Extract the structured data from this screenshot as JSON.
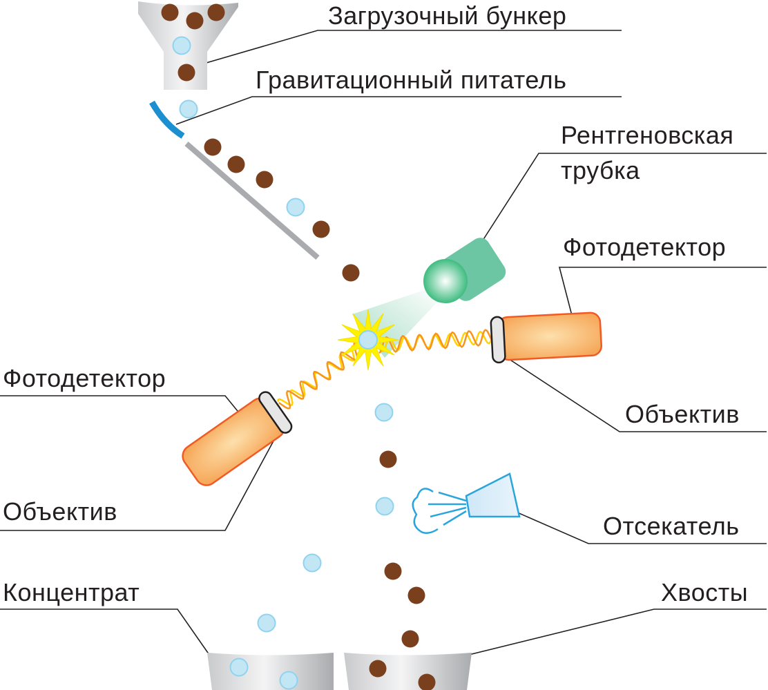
{
  "labels": {
    "hopper": "Загрузочный бункер",
    "feeder": "Гравитационный питатель",
    "xray_tube_line1": "Рентгеновская",
    "xray_tube_line2": "трубка",
    "photodetector_right": "Фотодетектор",
    "photodetector_left": "Фотодетектор",
    "objective_right": "Объектив",
    "objective_left": "Объектив",
    "ejector": "Отсекатель",
    "concentrate": "Концентрат",
    "tailings": "Хвосты"
  },
  "colors": {
    "ore_particle": "#7a3f1d",
    "mineral_particle": "#c2e6f3",
    "xray_tube": "#6cc6a4",
    "photodetector": "#f6a85a",
    "feeder_accent": "#1b8fd0",
    "ejector": "#2aa4dd"
  }
}
